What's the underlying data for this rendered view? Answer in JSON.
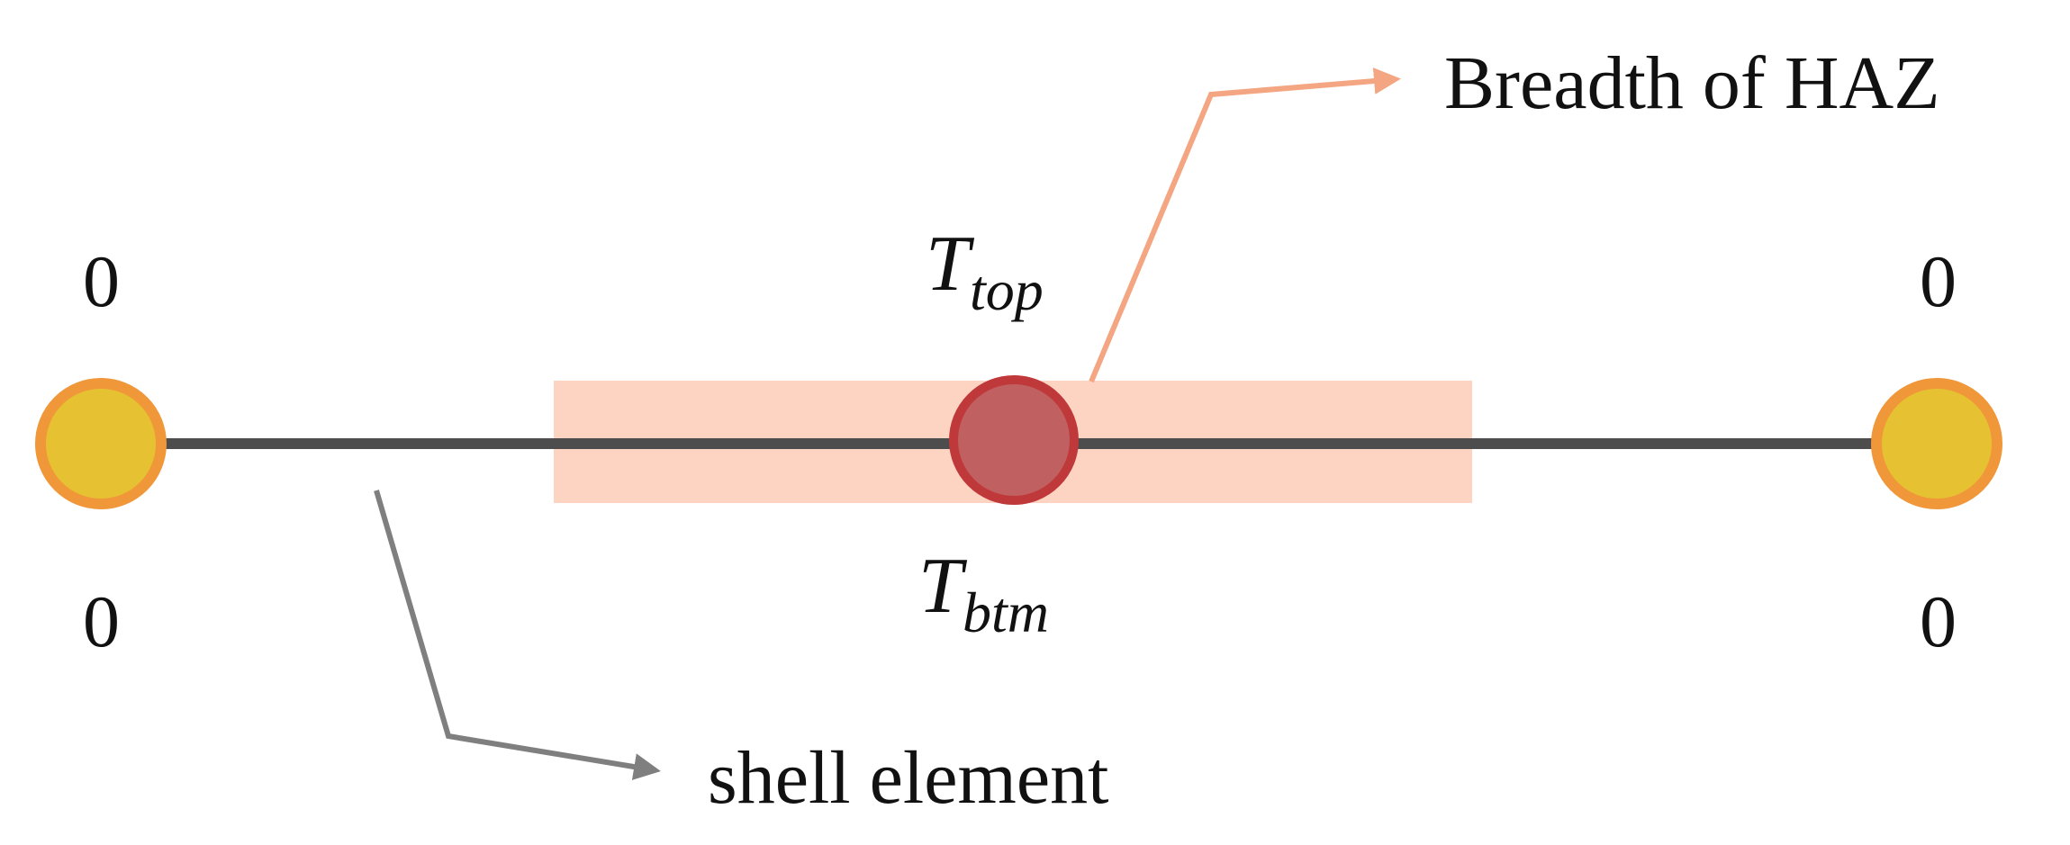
{
  "labels": {
    "haz_callout": "Breadth of HAZ",
    "shell_callout": "shell element",
    "left_top_value": "0",
    "left_bottom_value": "0",
    "right_top_value": "0",
    "right_bottom_value": "0",
    "t_top": {
      "main": "T",
      "sub": "top"
    },
    "t_btm": {
      "main": "T",
      "sub": "btm"
    }
  },
  "colors": {
    "haz_band": "#fdd3c2",
    "haz_arrow": "#f4a582",
    "shell_line": "#4d4d4d",
    "shell_arrow": "#7f7f7f",
    "end_node_fill": "#e6c232",
    "end_node_stroke": "#f0973a",
    "center_node_fill": "#c06060",
    "center_node_stroke": "#c0393a"
  }
}
